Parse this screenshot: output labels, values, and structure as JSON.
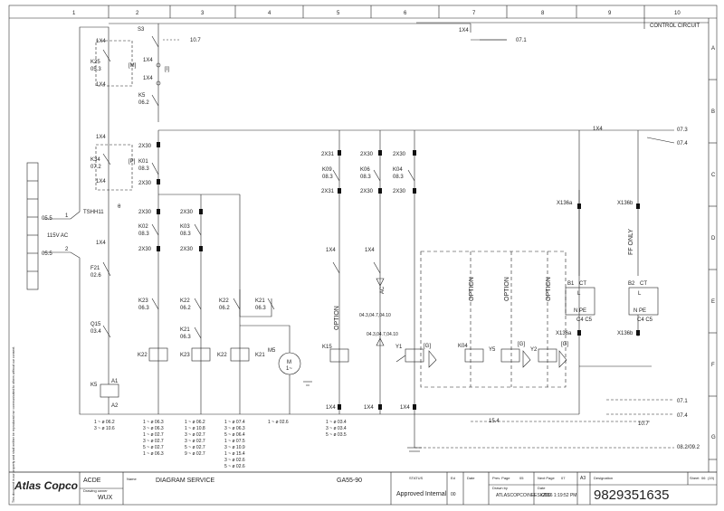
{
  "sheet": {
    "columns": [
      "1",
      "2",
      "3",
      "4",
      "5",
      "6",
      "7",
      "8",
      "9",
      "10"
    ],
    "rows": [
      "A",
      "B",
      "C",
      "D",
      "E",
      "F",
      "G"
    ],
    "section_title": "CONTROL CIRCUIT"
  },
  "components": {
    "supply": {
      "label": "115V AC",
      "ref_top": "05.5",
      "ref_bottom": "05.5",
      "wire_top": "1",
      "wire_bottom": "2"
    },
    "k25": {
      "name": "K25",
      "ref": "05.3",
      "tag": "[M]"
    },
    "k34": {
      "name": "K34",
      "ref": "07.2",
      "tag": "[P]"
    },
    "s3": {
      "name": "S3",
      "contact_ref": "10.7"
    },
    "k5_contact": {
      "name": "K5",
      "ref": "06.2",
      "tag": "[I]"
    },
    "tshh11": {
      "name": "TSHH11",
      "symbol": "θ"
    },
    "f21": {
      "name": "F21",
      "ref": "02.6"
    },
    "q15": {
      "name": "Q15",
      "ref": "03.4"
    },
    "k5_coil": {
      "name": "K5",
      "terminal_a1": "A1",
      "terminal_a2": "A2"
    },
    "k01": {
      "name": "K01",
      "ref": "08.3"
    },
    "k02": {
      "name": "K02",
      "ref": "08.3"
    },
    "k03": {
      "name": "K03",
      "ref": "08.3"
    },
    "k23": {
      "name": "K23",
      "ref": "06.3"
    },
    "k22_a": {
      "name": "K22",
      "ref": "06.2"
    },
    "k22_b": {
      "name": "K22",
      "ref": "06.2"
    },
    "k21_a": {
      "name": "K21",
      "ref": "06.3"
    },
    "k21_b": {
      "name": "K21",
      "ref": "06.3"
    },
    "coils_row": [
      "K22",
      "K23",
      "K22",
      "K21"
    ],
    "m5": {
      "name": "M5",
      "symbol": "M",
      "phase": "1~"
    },
    "k09": {
      "name": "K09",
      "ref": "08.3"
    },
    "k06": {
      "name": "K06",
      "ref": "08.3"
    },
    "k04": {
      "name": "K04",
      "ref": "08.3"
    },
    "k15": {
      "name": "K15"
    },
    "y1": {
      "name": "Y1",
      "tag": "[G]"
    },
    "k04_coil": {
      "name": "K04"
    },
    "y5": {
      "name": "Y5",
      "tag": "[G]"
    },
    "y2": {
      "name": "Y2",
      "tag": "[G]"
    },
    "b1": {
      "name": "B1",
      "ct": "CT",
      "terminals": "N  PE",
      "l": "L",
      "c": "C4   C5"
    },
    "b2": {
      "name": "B2",
      "ct": "CT",
      "terminals": "N  PE",
      "l": "L",
      "c": "C4   C5"
    },
    "x136a": "X136a",
    "x136b": "X136b",
    "ff_only": "FF ONLY",
    "option": "OPTION",
    "ac": "AC",
    "terminal_1x4": "1X4",
    "terminal_2x30": "2X30",
    "terminal_2x31": "2X31",
    "refs_b": [
      "07.3",
      "07.4"
    ],
    "refs_f": [
      "07.1",
      "07.4"
    ],
    "ref_a": "07.1",
    "ref_ground": "08.2/09.2",
    "ref_c2": "10.7",
    "ref_y1": "04.3,04.7,04.10",
    "ref_ac": "04.3,04.7,04.10",
    "ref_mid": "15.4"
  },
  "xrefs": {
    "col2": [
      "1 ~ ø 06.2",
      "3 ~ ø 10.6"
    ],
    "col2b": [
      "1 ~ ø 06.3",
      "3 ~ ø 06.3",
      "1 ~ ø 02.7",
      "3 ~ ø 02.7",
      "5 ~ ø 02.7",
      "1 ~ ø 06.3"
    ],
    "col3": [
      "1 ~ ø 06.2",
      "1 ~ ø 10.8",
      "3 ~ ø 02.7",
      "3 ~ ø 02.7",
      "5 ~ ø 02.7",
      "9 ~ ø 02.7"
    ],
    "col4": [
      "1 ~ ø 07.4",
      "3 ~ ø 06.3",
      "5 ~ ø 06.4",
      "1 ~ ø 07.5",
      "3 ~ ø 10.9",
      "1 ~ ø 15.4",
      "3 ~ ø 02.6",
      "5 ~ ø 02.6",
      "1 ~ ø 02.6"
    ],
    "col5": [
      "1 ~ ø 03.4",
      "3 ~ ø 03.4",
      "5 ~ ø 03.5"
    ]
  },
  "title_block": {
    "company": "Atlas Copco",
    "acde": "ACDE",
    "drawing_owner_label": "Drawing owner",
    "owner": "WUX",
    "name_label": "Name",
    "name": "DIAGRAM SERVICE",
    "model": "GA55-90",
    "status_label": "STATUS",
    "status": "Approved Internal",
    "ed_label": "Ed",
    "ed": "00",
    "date_label": "Date",
    "prev_page_label": "Prev. Page",
    "prev_page": "05",
    "next_page_label": "Next Page",
    "next_page": "07",
    "size": "A3",
    "drawn_by_label": "Drawn by",
    "drawn_by": "ATLASCOPCO\\NEESKZ09",
    "date_time": "/2016 1:19:52 PM",
    "designation_label": "Designation",
    "designation": "9829351635",
    "sheet_label": "Sheet",
    "sheet": "06",
    "sheet_total": "(19)"
  },
  "side_note": "This document is our property and shall neither be reproduced nor communicated to others without our consent."
}
